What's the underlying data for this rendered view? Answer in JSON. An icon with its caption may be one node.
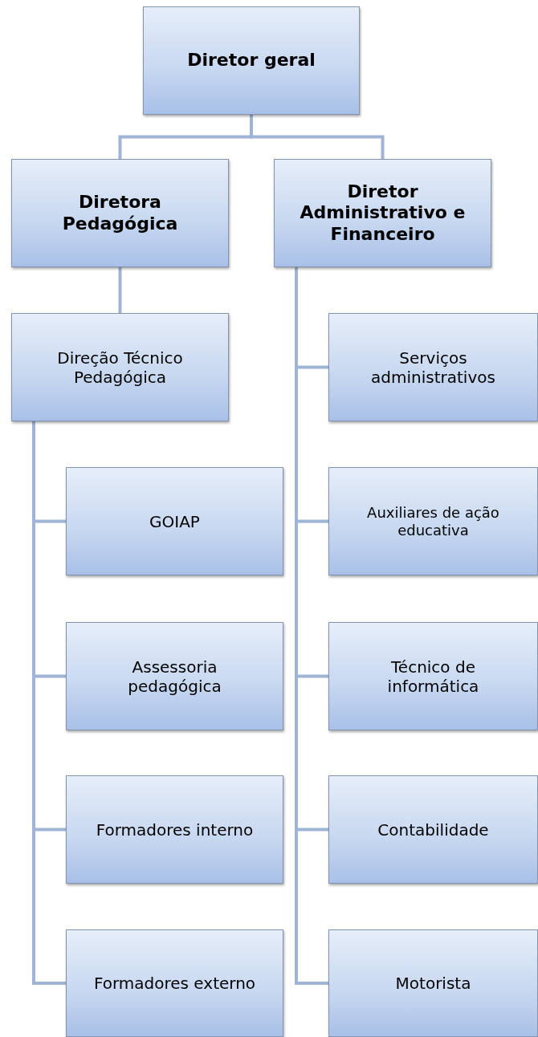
{
  "diagram": {
    "nodes": [
      {
        "text": [
          "Diretor geral"
        ]
      },
      {
        "text": [
          "Diretora Pedagógica"
        ]
      },
      {
        "text": [
          "Diretor Administrativo e Financeiro"
        ]
      },
      {
        "text": [
          "Direção Técnico Pedagógica"
        ]
      },
      {
        "text": [
          "GOIAP"
        ]
      },
      {
        "text": [
          "Assessoria pedagógica"
        ]
      },
      {
        "text": [
          "Formadores interno"
        ]
      },
      {
        "text": [
          "Formadores externo"
        ]
      },
      {
        "text": [
          "Serviços administrativos"
        ]
      },
      {
        "text": [
          "Auxiliares de ação educativa"
        ]
      },
      {
        "text": [
          "Técnico de informática"
        ]
      },
      {
        "text": [
          "Contabilidade"
        ]
      },
      {
        "text": [
          "Motorista"
        ]
      }
    ],
    "edges": [
      {
        "from": 0,
        "to": 1,
        "arrow": "none"
      },
      {
        "from": 0,
        "to": 2,
        "arrow": "none"
      },
      {
        "from": 1,
        "to": 3,
        "arrow": "none"
      },
      {
        "from": 3,
        "to": 4,
        "arrow": "none"
      },
      {
        "from": 3,
        "to": 5,
        "arrow": "none"
      },
      {
        "from": 3,
        "to": 6,
        "arrow": "none"
      },
      {
        "from": 3,
        "to": 7,
        "arrow": "none"
      },
      {
        "from": 2,
        "to": 8,
        "arrow": "none"
      },
      {
        "from": 2,
        "to": 9,
        "arrow": "none"
      },
      {
        "from": 2,
        "to": 10,
        "arrow": "none"
      },
      {
        "from": 2,
        "to": 11,
        "arrow": "none"
      },
      {
        "from": 2,
        "to": 12,
        "arrow": "none"
      }
    ]
  }
}
